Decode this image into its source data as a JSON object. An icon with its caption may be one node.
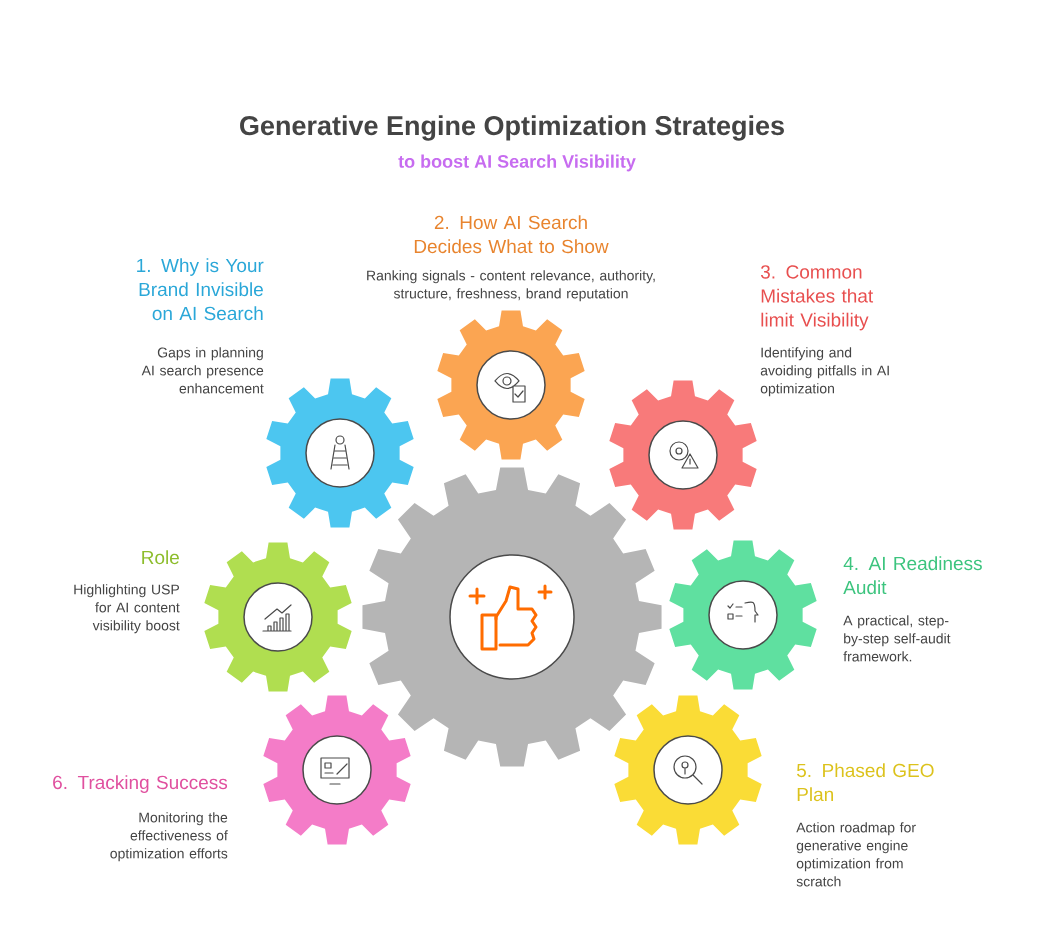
{
  "diagram": {
    "title": "Generative Engine Optimization Strategies",
    "caption": "to boost AI Search Visibility",
    "nodes": [
      {
        "text": [],
        "shape": "gear"
      },
      {
        "text": [],
        "shape": "gear",
        "beside": [
          "1. Why is Your Brand Invisible on AI Search",
          "Gaps in planning AI search presence enhancement"
        ]
      },
      {
        "text": [],
        "shape": "gear",
        "beside": [
          "2. How AI Search Decides What to Show",
          "Ranking signals - content relevance, authority, structure, freshness, brand reputation"
        ]
      },
      {
        "text": [],
        "shape": "gear",
        "beside": [
          "3. Common Mistakes that limit Visibility",
          "Identifying and avoiding pitfalls in AI optimization"
        ]
      },
      {
        "text": [],
        "shape": "gear",
        "beside": [
          "Role",
          "Highlighting USP for AI content visibility boost"
        ]
      },
      {
        "text": [],
        "shape": "gear",
        "beside": [
          "4. AI Readiness Audit",
          "A practical, step-by-step self-audit framework."
        ]
      },
      {
        "text": [],
        "shape": "gear",
        "beside": [
          "5. Phased GEO Plan",
          "Action roadmap for generative engine optimization from scratch"
        ]
      },
      {
        "text": [],
        "shape": "gear",
        "beside": [
          "6. Tracking Success",
          "Monitoring the effectiveness of optimization efforts"
        ]
      }
    ]
  }
}
